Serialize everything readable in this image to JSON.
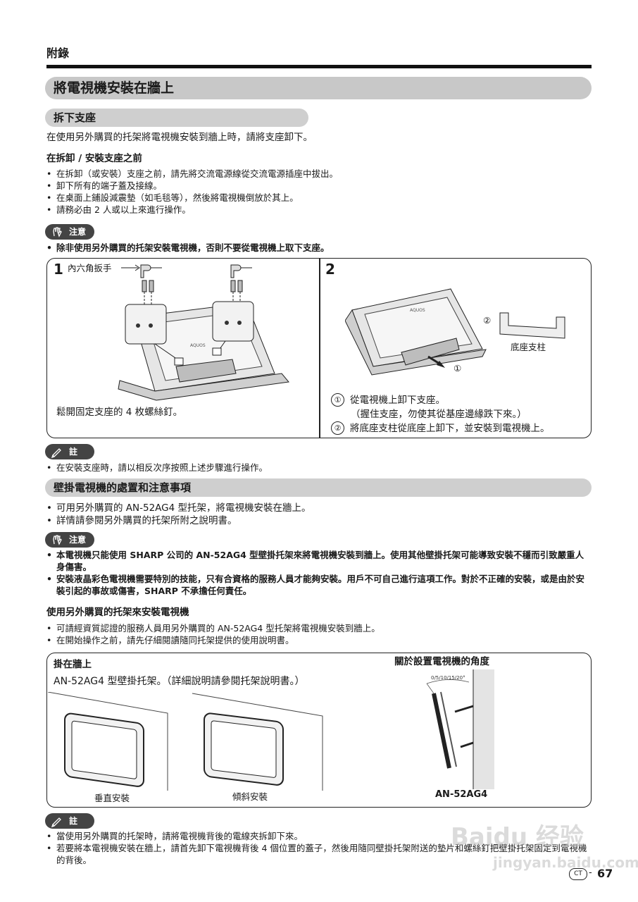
{
  "header": {
    "section": "附錄"
  },
  "main_title": "將電視機安裝在牆上",
  "remove_stand": {
    "heading": "拆下支座",
    "intro": "在使用另外購買的托架將電視機安裝到牆上時，請將支座卸下。",
    "before_title": "在拆卸 / 安裝支座之前",
    "bullets": [
      "在拆卸（或安裝）支座之前，請先將交流電源線從交流電源插座中拔出。",
      "卸下所有的端子蓋及接線。",
      "在桌面上鋪設減震墊（如毛毯等），然後將電視機倒放於其上。",
      "請務必由 2 人或以上來進行操作。"
    ],
    "caution_label": "注意",
    "caution_text": "除非使用另外購買的托架安裝電視機，否則不要從電視機上取下支座。"
  },
  "steps": {
    "step1": {
      "num": "1",
      "tool_label": "內六角扳手",
      "caption": "鬆開固定支座的 4 枚螺絲釘。",
      "tv_logo": "AQUOS"
    },
    "step2": {
      "num": "2",
      "part_label": "底座支柱",
      "marker1": "①",
      "marker2": "②",
      "lines": [
        {
          "marker": "①",
          "text": "從電視機上卸下支座。"
        },
        {
          "marker": "",
          "text": "（握住支座，勿使其從基座邊緣跌下來。）"
        },
        {
          "marker": "②",
          "text": "將底座支柱從底座上卸下，並安裝到電視機上。"
        }
      ],
      "tv_logo": "AQUOS"
    }
  },
  "note1": {
    "label": "註",
    "text": "在安裝支座時，請以相反次序按照上述步驟進行操作。"
  },
  "wall_mount": {
    "heading": "壁掛電視機的處置和注意事項",
    "bullets": [
      "可用另外購買的 AN-52AG4 型托架，將電視機安裝在牆上。",
      "詳情請參閱另外購買的托架所附之說明書。"
    ],
    "caution_label": "注意",
    "caution_items": [
      "本電視機只能使用 SHARP 公司的 AN-52AG4 型壁掛托架來將電視機安裝到牆上。使用其他壁掛托架可能導致安裝不穩而引致嚴重人身傷害。",
      "安裝液晶彩色電視機需要特別的技能，只有合資格的服務人員才能夠安裝。用戶不可自己進行這項工作。對於不正確的安裝，或是由於安裝引起的事故或傷害，SHARP 不承擔任何責任。"
    ],
    "bracket_title": "使用另外購買的托架來安裝電視機",
    "bracket_bullets": [
      "可請經資質認證的服務人員用另外購買的 AN-52AG4 型托架將電視機安裝到牆上。",
      "在開始操作之前，請先仔細閱讀隨同托架提供的使用說明書。"
    ]
  },
  "hang_panel": {
    "title": "掛在牆上",
    "desc": "AN-52AG4 型壁掛托架。（詳細說明請參閱托架說明書。）",
    "vertical_label": "垂直安裝",
    "tilt_label": "傾斜安裝",
    "angle_title": "關於設置電視機的角度",
    "angle_values": "0/5/10/15/20°",
    "model_label": "AN-52AG4"
  },
  "note2": {
    "label": "註",
    "bullets": [
      "當使用另外購買的托架時，請將電視機背後的電線夾拆卸下來。",
      "若要將本電視機安裝在牆上，請首先卸下電視機背後 4 個位置的蓋子，然後用隨同壁掛托架附送的墊片和螺絲釘把壁掛托架固定到電視機的背後。"
    ]
  },
  "footer": {
    "lang_mark": "CT",
    "page_number": "67",
    "watermark_brand": "Baidu 经验",
    "watermark_url": "jingyan.baidu.com"
  }
}
